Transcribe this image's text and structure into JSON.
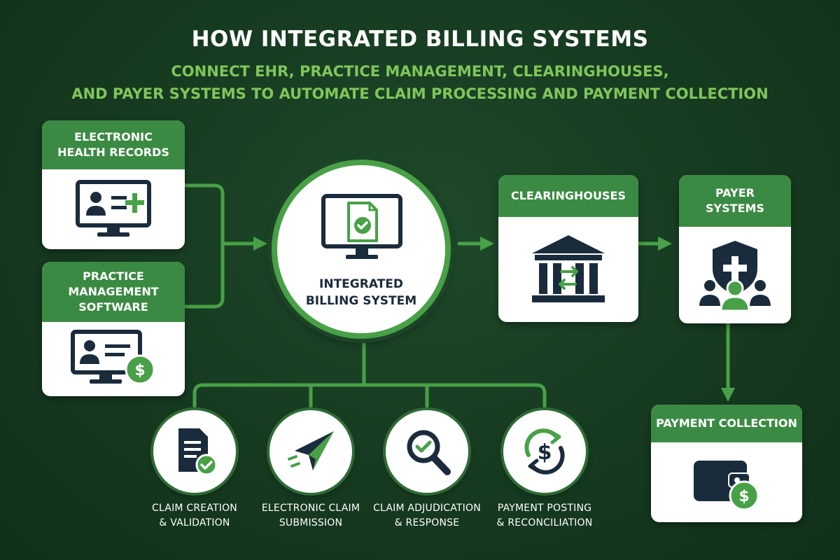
{
  "title": "HOW INTEGRATED BILLING SYSTEMS",
  "subtitle_line1": "CONNECT EHR, PRACTICE MANAGEMENT, CLEARINGHOUSES,",
  "subtitle_line2": "AND PAYER SYSTEMS TO AUTOMATE CLAIM PROCESSING AND PAYMENT COLLECTION",
  "sources": [
    {
      "label": "ELECTRONIC\nHEALTH RECORDS",
      "icon": "ehr-monitor-icon"
    },
    {
      "label": "PRACTICE\nMANAGEMENT\nSOFTWARE",
      "icon": "practice-monitor-dollar-icon"
    }
  ],
  "hub": {
    "label": "INTEGRATED\nBILLING SYSTEM",
    "icon": "monitor-document-check-icon"
  },
  "clearinghouse": {
    "label": "CLEARINGHOUSES",
    "icon": "bank-exchange-icon"
  },
  "payer": {
    "label": "PAYER\nSYSTEMS",
    "icon": "shield-people-icon"
  },
  "payment": {
    "label": "PAYMENT COLLECTION",
    "icon": "wallet-dollar-icon"
  },
  "steps": [
    {
      "label": "CLAIM CREATION\n& VALIDATION",
      "icon": "document-check-icon"
    },
    {
      "label": "ELECTRONIC CLAIM\nSUBMISSION",
      "icon": "paper-plane-icon"
    },
    {
      "label": "CLAIM ADJUDICATION\n& RESPONSE",
      "icon": "magnifier-check-icon"
    },
    {
      "label": "PAYMENT POSTING\n& RECONCILIATION",
      "icon": "dollar-cycle-icon"
    }
  ],
  "colors": {
    "background": "#163a20",
    "accent": "#48a047",
    "navy": "#1a2b3c",
    "subtitle": "#7fc65a"
  }
}
